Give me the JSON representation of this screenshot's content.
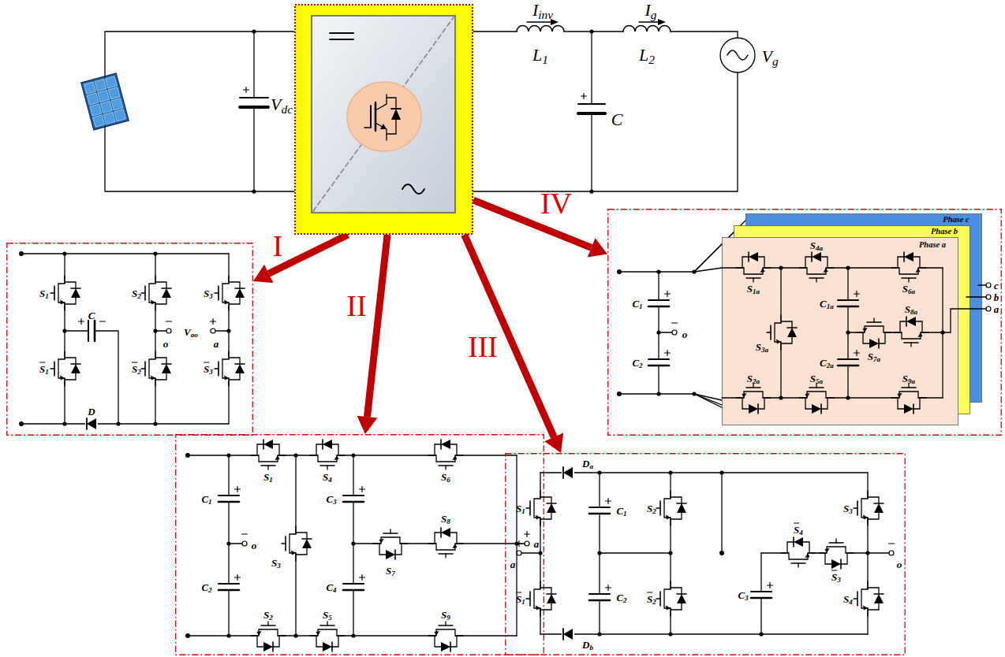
{
  "diagram": {
    "nodes": [
      {
        "text": []
      },
      {
        "text": [
          "S1",
          "S1",
          "S2",
          "S2",
          "S3",
          "S3",
          "C",
          "o",
          "Vao",
          "a",
          "D"
        ]
      },
      {
        "text": [
          "C1",
          "o",
          "C2",
          "c",
          "b",
          "a"
        ]
      },
      {
        "text": [
          "Phase c"
        ],
        "in": 2
      },
      {
        "text": [
          "Phase b"
        ],
        "in": 2
      },
      {
        "text": [
          "Phase a",
          "S4a",
          "S1a",
          "S6a",
          "S3a",
          "C1a",
          "C2a",
          "S8a",
          "S7a",
          "S2a",
          "S5a",
          "S9a"
        ],
        "in": 2
      },
      {
        "text": [
          "C1",
          "o",
          "C2",
          "S1",
          "S2",
          "S3",
          "S4",
          "S5",
          "C3",
          "C4",
          "S6",
          "S7",
          "S8",
          "S9",
          "a"
        ]
      },
      {
        "text": [
          "a",
          "S1",
          "S1",
          "Da",
          "C1",
          "C2",
          "S2",
          "S2",
          "Db",
          "C3",
          "S4",
          "S3",
          "S3",
          "S4",
          "o"
        ]
      }
    ],
    "edges": [
      {
        "from": 0,
        "to": 1,
        "arrow": "to",
        "label": "I"
      },
      {
        "from": 0,
        "to": 6,
        "arrow": "to",
        "label": "II"
      },
      {
        "from": 0,
        "to": 7,
        "arrow": "to",
        "label": "III"
      },
      {
        "from": 0,
        "to": 2,
        "arrow": "to",
        "label": "IV"
      }
    ],
    "labels": [
      "Vdc",
      "Iinv",
      "L1",
      "Ig",
      "L2",
      "C",
      "Vg"
    ]
  }
}
